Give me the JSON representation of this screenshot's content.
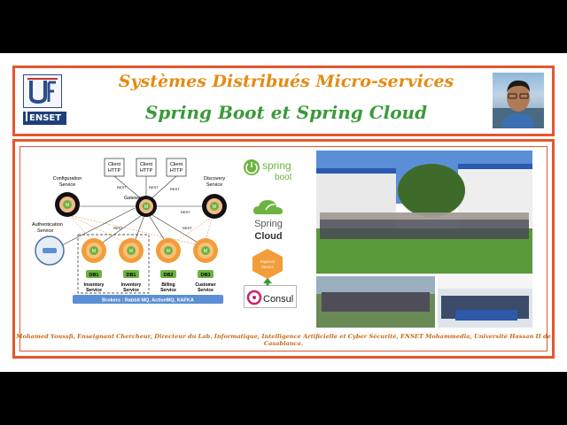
{
  "header": {
    "title_line1": "Systèmes Distribués Micro-services",
    "title_line2": "Spring Boot et  Spring Cloud",
    "logo_text": "ENSET"
  },
  "diagram": {
    "config_label": "Configuration Service",
    "discovery_label": "Discovery Service",
    "gateway_label": "Gateway",
    "auth_label": "Authentication Service",
    "client1": "Client HTTP",
    "client2": "Client HTTP",
    "client3": "Client HTTP",
    "rest": "REST",
    "m": "M",
    "db1": "DB1",
    "db1b": "DB1",
    "db2": "DB2",
    "db3": "DB3",
    "svc1": "Inventory Service",
    "svc2": "Inventory Service",
    "svc3": "Billing Service",
    "svc4": "Customer Service",
    "brokers": "Brokers : Rabbit MQ, ActiveMQ, KAFKA"
  },
  "logos": {
    "spring": "spring",
    "boot": "boot",
    "spring_cloud_1": "Spring",
    "spring_cloud_2": "Cloud",
    "payment": "Payment Service",
    "consul": "Consul"
  },
  "footer": {
    "text": "Mohamed Youssfi, Enseignant Chercheur, Directeur du Lab. Informatique, Intelligence Artificielle et Cyber Sécurité, ENSET Mohammedia, Université Hassan II de Casablanca."
  },
  "colors": {
    "border": "#e4572e",
    "title1": "#e48b12",
    "title2": "#3a9a3a",
    "spring_green": "#6db33f",
    "node_orange": "#f39c3b",
    "broker_blue": "#5b8fd6"
  }
}
